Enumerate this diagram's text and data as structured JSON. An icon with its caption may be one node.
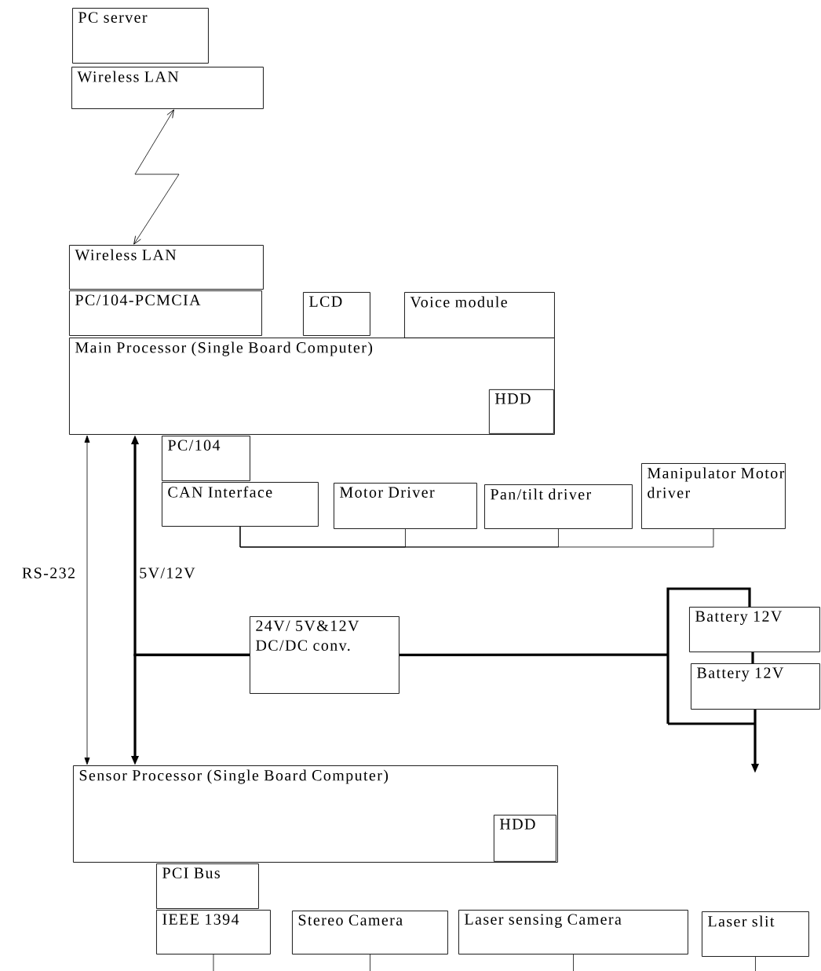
{
  "diagram": {
    "nodes": [
      {
        "text": [
          "PC server"
        ]
      },
      {
        "text": [
          "Wireless LAN"
        ]
      },
      {
        "text": [
          "Wireless LAN"
        ]
      },
      {
        "text": [
          "PC/104-PCMCIA"
        ]
      },
      {
        "text": [
          "LCD"
        ]
      },
      {
        "text": [
          "Voice module"
        ]
      },
      {
        "text": [
          "Main Processor (Single Board Computer)"
        ]
      },
      {
        "text": [
          "HDD"
        ],
        "in": 6
      },
      {
        "text": [
          "PC/104"
        ]
      },
      {
        "text": [
          "CAN Interface"
        ]
      },
      {
        "text": [
          "Motor Driver"
        ]
      },
      {
        "text": [
          "Pan/tilt driver"
        ]
      },
      {
        "text": [
          "Manipulator Motor driver"
        ]
      },
      {
        "text": [
          "24V/ 5V&12V DC/DC conv."
        ]
      },
      {
        "text": [
          "Battery 12V"
        ]
      },
      {
        "text": [
          "Battery 12V"
        ]
      },
      {
        "text": [
          "Sensor Processor (Single Board Computer)"
        ]
      },
      {
        "text": [
          "HDD"
        ],
        "in": 16
      },
      {
        "text": [
          "PCI Bus"
        ]
      },
      {
        "text": [
          "IEEE 1394"
        ]
      },
      {
        "text": [
          "Stereo Camera"
        ]
      },
      {
        "text": [
          "Laser sensing Camera"
        ]
      },
      {
        "text": [
          "Laser slit"
        ]
      }
    ],
    "edges": [
      {
        "from": 1,
        "to": 2,
        "arrow": "both"
      },
      {
        "from": 6,
        "to": 16,
        "arrow": "both",
        "label": "RS-232"
      },
      {
        "from": 13,
        "to": 6,
        "arrow": "to",
        "style": "thick",
        "label": "5V/12V"
      },
      {
        "from": 13,
        "to": 16,
        "arrow": "to",
        "style": "thick"
      },
      {
        "from": 13,
        "to": 14,
        "arrow": "none",
        "style": "thick"
      },
      {
        "from": 14,
        "to": 15,
        "arrow": "none",
        "style": "thick"
      },
      {
        "from": 15,
        "to": null,
        "arrow": "to",
        "style": "thick"
      },
      {
        "from": 9,
        "to": 10,
        "arrow": "none"
      },
      {
        "from": 9,
        "to": 11,
        "arrow": "none"
      },
      {
        "from": 9,
        "to": 12,
        "arrow": "none"
      },
      {
        "from": 19,
        "to": null,
        "arrow": "none"
      },
      {
        "from": 20,
        "to": null,
        "arrow": "none"
      },
      {
        "from": 21,
        "to": null,
        "arrow": "none"
      },
      {
        "from": 22,
        "to": null,
        "arrow": "none"
      }
    ]
  }
}
